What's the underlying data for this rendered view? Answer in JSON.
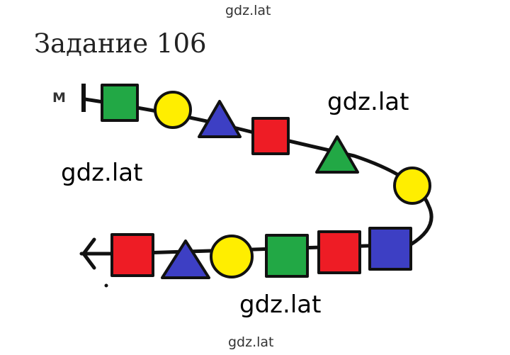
{
  "watermark": {
    "text": "gdz.lat"
  },
  "title": "Задание 106",
  "start_label": "М",
  "colors": {
    "green": "#22a845",
    "yellow": "#ffee00",
    "blue": "#3d3fc4",
    "red": "#ee1c25",
    "stroke": "#111111"
  },
  "sequence": [
    "green-square",
    "yellow-circle",
    "blue-triangle",
    "red-square",
    "green-triangle",
    "yellow-circle",
    "blue-square",
    "red-square",
    "green-square",
    "yellow-circle",
    "blue-triangle",
    "red-square"
  ]
}
